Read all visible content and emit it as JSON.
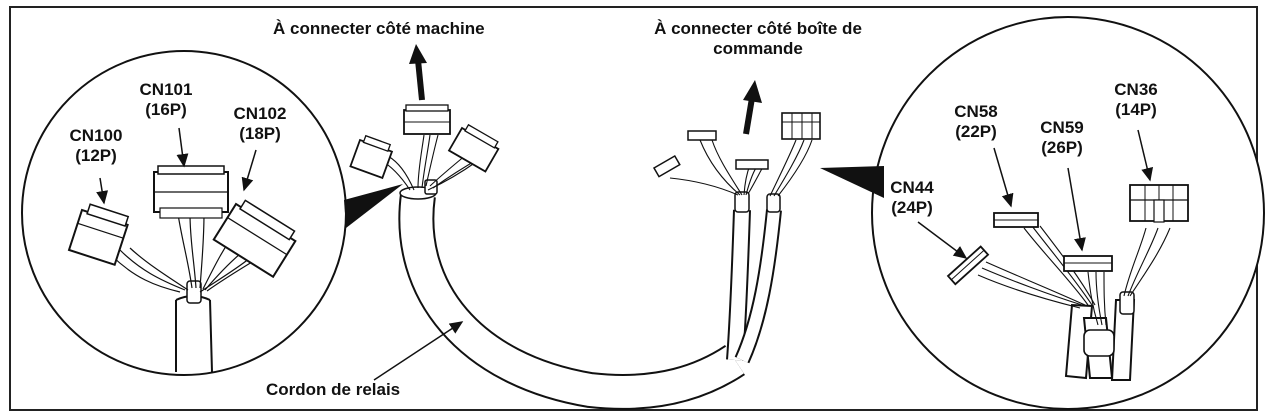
{
  "labels": {
    "machine_side": "À connecter côté machine",
    "control_box_line1": "À connecter côté boîte de",
    "control_box_line2": "commande",
    "relay_cord": "Cordon de relais"
  },
  "left_connectors": [
    {
      "name": "CN100",
      "pins": "(12P)"
    },
    {
      "name": "CN101",
      "pins": "(16P)"
    },
    {
      "name": "CN102",
      "pins": "(18P)"
    }
  ],
  "right_connectors": [
    {
      "name": "CN44",
      "pins": "(24P)"
    },
    {
      "name": "CN58",
      "pins": "(22P)"
    },
    {
      "name": "CN59",
      "pins": "(26P)"
    },
    {
      "name": "CN36",
      "pins": "(14P)"
    }
  ],
  "colors": {
    "line": "#111111",
    "fill": "#ffffff",
    "shade": "#dcdcdc"
  }
}
